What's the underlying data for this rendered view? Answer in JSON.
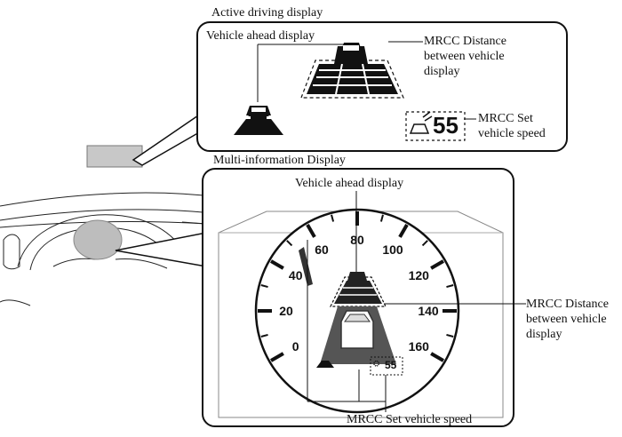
{
  "active_display": {
    "title": "Active driving display",
    "vehicle_ahead_label": "Vehicle ahead display",
    "distance_label": "MRCC Distance\nbetween vehicle\ndisplay",
    "set_speed_label": "MRCC Set\nvehicle speed",
    "set_speed_value": "55"
  },
  "multi_info": {
    "title": "Multi-information Display",
    "vehicle_ahead_label": "Vehicle ahead display",
    "distance_label": "MRCC Distance\nbetween vehicle\ndisplay",
    "set_speed_label": "MRCC Set vehicle speed",
    "set_speed_value": "55"
  },
  "speedometer": {
    "ticks": [
      "0",
      "20",
      "40",
      "60",
      "80",
      "100",
      "120",
      "140",
      "160"
    ]
  }
}
